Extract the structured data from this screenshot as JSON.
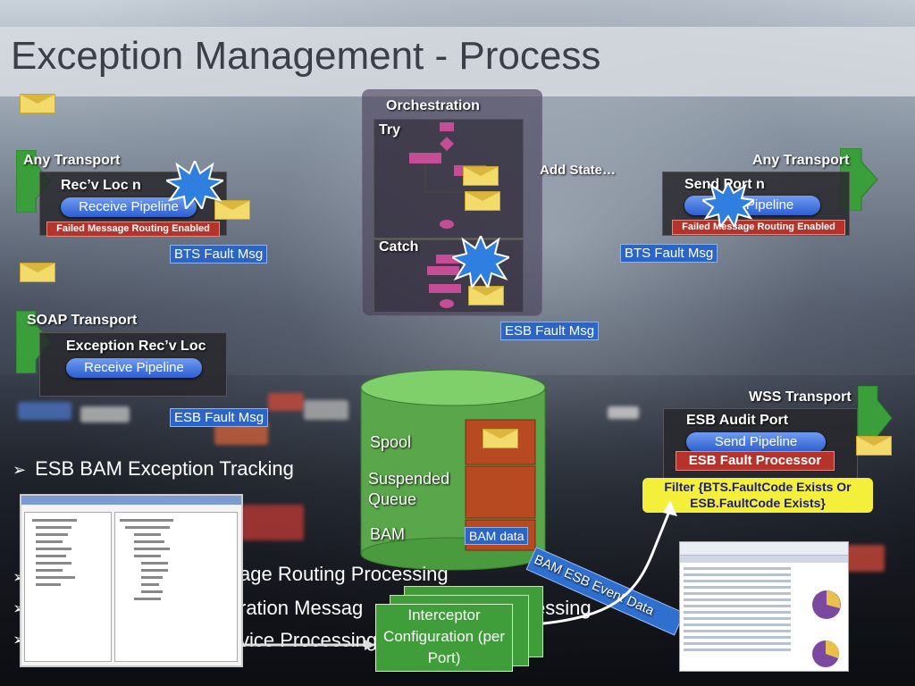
{
  "slide": {
    "title": "Exception Management - Process"
  },
  "orchestration": {
    "title": "Orchestration",
    "try_label": "Try",
    "catch_label": "Catch",
    "add_state": "Add State…"
  },
  "left_receive": {
    "transport": "Any Transport",
    "location": "Rec’v Loc n",
    "pipeline": "Receive Pipeline",
    "routing": "Failed Message Routing Enabled",
    "fault_msg": "BTS Fault Msg"
  },
  "right_send": {
    "transport": "Any Transport",
    "port": "Send Port n",
    "pipeline": "Send Pipeline",
    "routing": "Failed Message Routing Enabled",
    "fault_msg": "BTS Fault Msg"
  },
  "soap": {
    "transport": "SOAP Transport",
    "location": "Exception Rec’v Loc",
    "pipeline": "Receive Pipeline",
    "fault_msg": "ESB Fault Msg"
  },
  "esb_fault_msg_center": "ESB Fault Msg",
  "database": {
    "spool": "Spool",
    "suspended": "Suspended Queue",
    "bam": "BAM",
    "bam_data": "BAM data"
  },
  "wss": {
    "transport": "WSS Transport",
    "port": "ESB Audit Port",
    "pipeline": "Send Pipeline",
    "processor": "ESB Fault Processor",
    "filter": "Filter {BTS.FaultCode Exists Or ESB.FaultCode Exists}"
  },
  "bam_event_arrow": "BAM ESB Event Data",
  "bullets": [
    "ESB BAM Exception Tracking",
    "age Routing Processing",
    "ration Messag",
    "essing",
    "vice Processing"
  ],
  "interceptor": "Interceptor Configuration (per Port)",
  "colors": {
    "green": "#3a9e3a",
    "pipeline_blue": "#2d5fd0",
    "fault_red": "#b5332a",
    "filter_yellow": "#f4ef3a"
  }
}
